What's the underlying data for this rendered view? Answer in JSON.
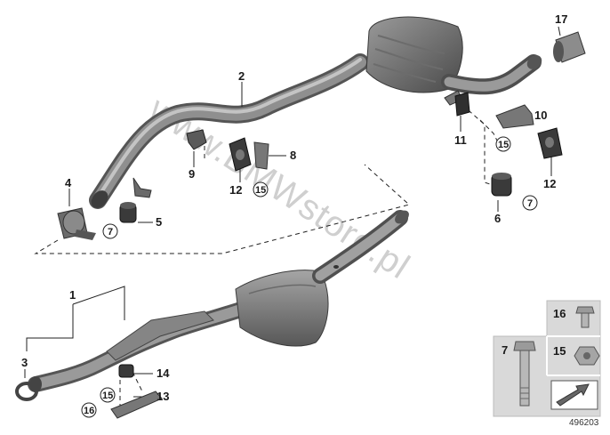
{
  "watermark": "www.BMWstore.pl",
  "reference_number": "496203",
  "callouts": {
    "n1": "1",
    "n2": "2",
    "n3": "3",
    "n4": "4",
    "n5": "5",
    "n6": "6",
    "n7a": "7",
    "n7b": "7",
    "n8": "8",
    "n9": "9",
    "n10": "10",
    "n11": "11",
    "n12a": "12",
    "n12b": "12",
    "n13": "13",
    "n14": "14",
    "n15a": "15",
    "n15b": "15",
    "n15c": "15",
    "n16a": "16",
    "n17": "17"
  },
  "legend": {
    "l7": "7",
    "l15": "15",
    "l16": "16"
  },
  "colors": {
    "pipe": "#8a8a8a",
    "pipe_dark": "#5e5e5e",
    "rubber": "#3a3a3a",
    "line": "#222222",
    "legend_bg": "#d9d9d9"
  }
}
